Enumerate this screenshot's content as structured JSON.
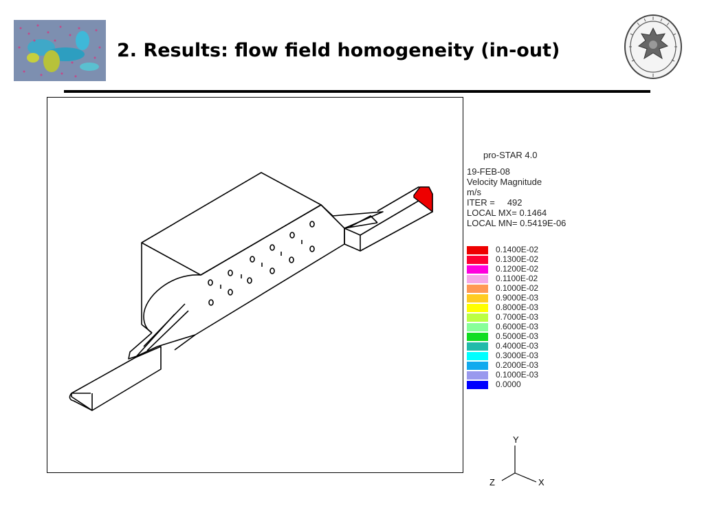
{
  "slide": {
    "title": "2. Results: flow field homogeneity (in-out)"
  },
  "info": {
    "software": "pro-STAR 4.0",
    "date": "19-FEB-08",
    "quantity": "Velocity Magnitude",
    "unit": "m/s",
    "iter_label": "ITER =",
    "iter_value": "492",
    "local_mx": "LOCAL MX= 0.1464",
    "local_mn": "LOCAL MN= 0.5419E-06"
  },
  "legend": [
    {
      "label": "0.1400E-02",
      "color": "#ee0000"
    },
    {
      "label": "0.1300E-02",
      "color": "#ff0033"
    },
    {
      "label": "0.1200E-02",
      "color": "#ff00dd"
    },
    {
      "label": "0.1100E-02",
      "color": "#f5a8e8"
    },
    {
      "label": "0.1000E-02",
      "color": "#ff9955"
    },
    {
      "label": "0.9000E-03",
      "color": "#ffcc22"
    },
    {
      "label": "0.8000E-03",
      "color": "#ffff00"
    },
    {
      "label": "0.7000E-03",
      "color": "#bbff44"
    },
    {
      "label": "0.6000E-03",
      "color": "#88ff99"
    },
    {
      "label": "0.5000E-03",
      "color": "#11dd22"
    },
    {
      "label": "0.4000E-03",
      "color": "#22bbaa"
    },
    {
      "label": "0.3000E-03",
      "color": "#00ffff"
    },
    {
      "label": "0.2000E-03",
      "color": "#11aaee"
    },
    {
      "label": "0.1000E-03",
      "color": "#9999ee"
    },
    {
      "label": "0.0000",
      "color": "#0000ff"
    }
  ],
  "axes": {
    "y": "Y",
    "z": "Z",
    "x": "X"
  },
  "colors": {
    "outlet_face": "#ee0000"
  }
}
